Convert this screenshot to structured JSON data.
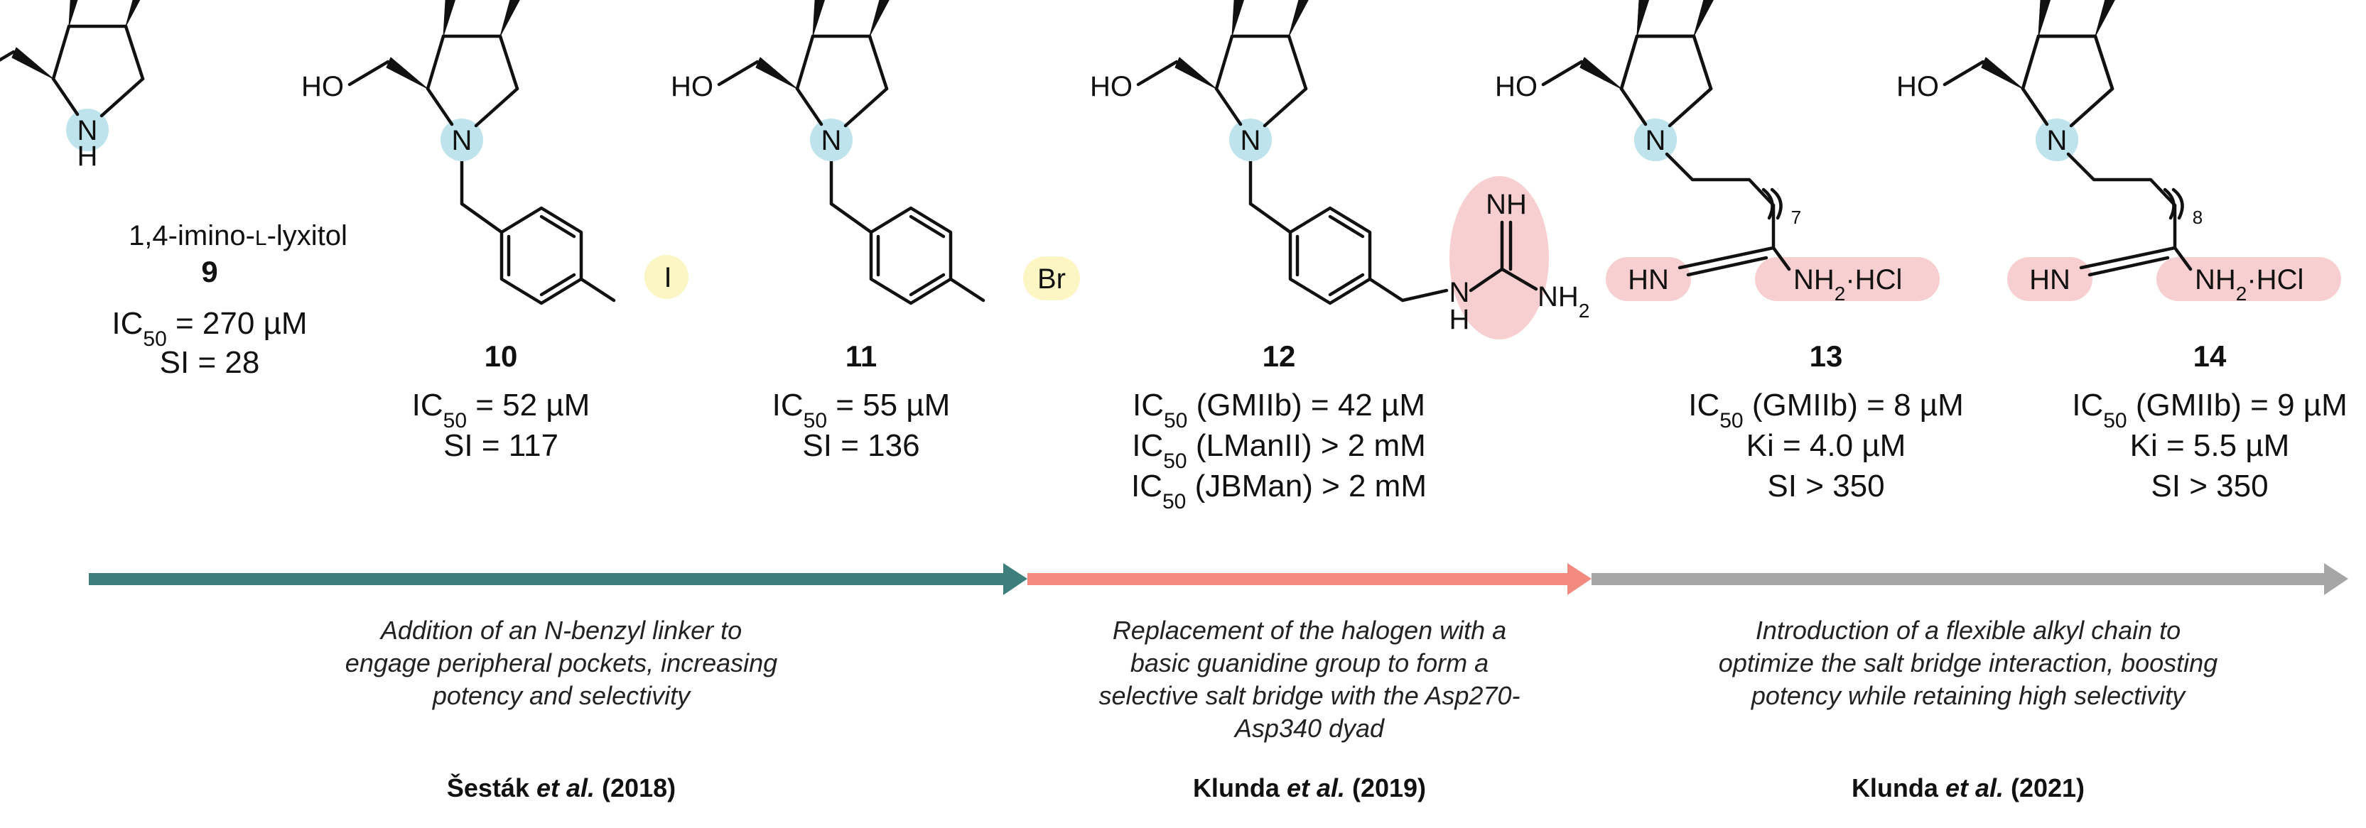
{
  "colors": {
    "arrow_1": "#3d7f7c",
    "arrow_2": "#f28a80",
    "arrow_3": "#a6a6a6",
    "highlight_nitrogen": "#bfe3ec",
    "highlight_halogen": "#fbf6c4",
    "highlight_amidine": "#f8cfd0"
  },
  "atoms": {
    "oh": "OH",
    "ho": "HO",
    "n": "N",
    "h": "H",
    "i": "I",
    "br": "Br",
    "nh": "NH",
    "nh2": "NH",
    "two": "2",
    "hn": "HN",
    "nh2_hcl_main": "NH",
    "nh2_hcl_tail": "·HCl",
    "repeat_7": "7",
    "repeat_8": "8"
  },
  "compounds": [
    {
      "id": "9",
      "name": "1,4-imino-L-lyxitol",
      "stats": [
        "IC50 = 270 µM",
        "SI = 28"
      ]
    },
    {
      "id": "10",
      "stats": [
        "IC50 = 52 µM",
        "SI = 117"
      ]
    },
    {
      "id": "11",
      "stats": [
        "IC50 = 55 µM",
        "SI = 136"
      ]
    },
    {
      "id": "12",
      "stats": [
        "IC50 (GMIIb) = 42 µM",
        "IC50 (LManII) > 2 mM",
        "IC50 (JBMan) > 2 mM"
      ]
    },
    {
      "id": "13",
      "stats": [
        "IC50 (GMIIb) = 8 µM",
        "Ki = 4.0 µM",
        "SI > 350"
      ]
    },
    {
      "id": "14",
      "stats": [
        "IC50 (GMIIb) = 9 µM",
        "Ki = 5.5 µM",
        "SI > 350"
      ]
    }
  ],
  "stages": [
    {
      "description": [
        "Addition of an N-benzyl linker to",
        "engage peripheral pockets, increasing",
        "potency and selectivity"
      ],
      "reference": "Šesták et al. (2018)"
    },
    {
      "description": [
        "Replacement of the halogen with a",
        "basic guanidine group to form a",
        "selective salt bridge with the Asp270-",
        "Asp340 dyad"
      ],
      "reference": "Klunda et al. (2019)"
    },
    {
      "description": [
        "Introduction of a flexible alkyl chain to",
        "optimize the salt bridge interaction, boosting",
        "potency while retaining high selectivity"
      ],
      "reference": "Klunda et al. (2021)"
    }
  ]
}
